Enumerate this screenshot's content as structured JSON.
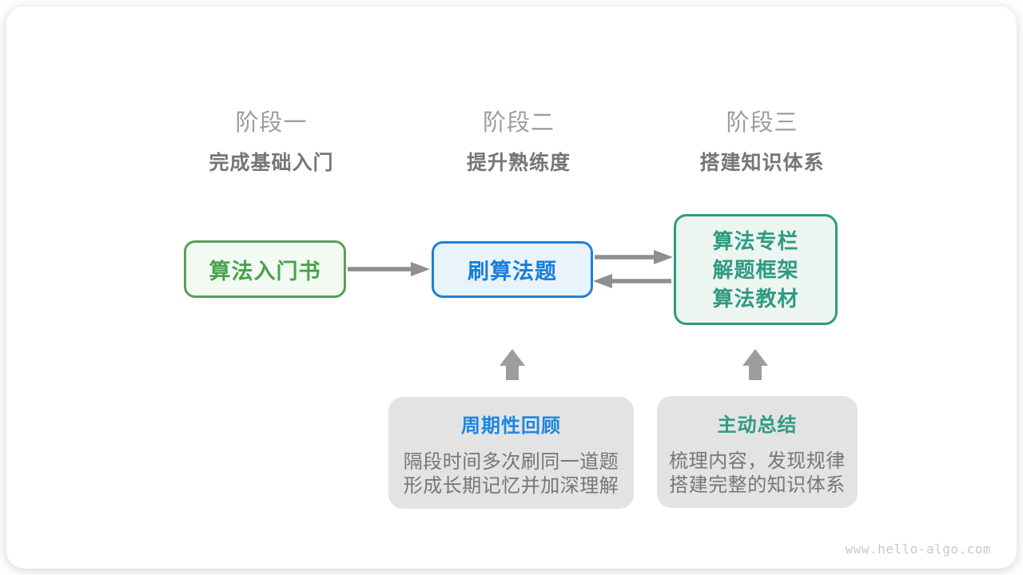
{
  "watermark": "www.hello-algo.com",
  "stages": [
    {
      "label": "阶段一",
      "subtitle": "完成基础入门"
    },
    {
      "label": "阶段二",
      "subtitle": "提升熟练度"
    },
    {
      "label": "阶段三",
      "subtitle": "搭建知识体系"
    }
  ],
  "nodes": {
    "intro_book": {
      "label": "算法入门书"
    },
    "practice": {
      "label": "刷算法题"
    },
    "advanced": {
      "lines": [
        "算法专栏",
        "解题框架",
        "算法教材"
      ]
    }
  },
  "notes": [
    {
      "title": "周期性回顾",
      "lines": [
        "隔段时间多次刷同一道题",
        "形成长期记忆并加深理解"
      ]
    },
    {
      "title": "主动总结",
      "lines": [
        "梳理内容，发现规律",
        "搭建完整的知识体系"
      ]
    }
  ],
  "colors": {
    "card_background": "#ffffff",
    "green_border": "#55a158",
    "green_fill": "#f3f9f3",
    "green_text": "#47a34c",
    "blue_border": "#1e80d8",
    "blue_fill": "#e9f3fc",
    "blue_text": "#177fd9",
    "teal_border": "#2f9a81",
    "teal_fill": "#edf5f1",
    "teal_text": "#2f9a81",
    "note_fill": "#e3e3e3",
    "note_title_blue": "#1b86e0",
    "note_title_teal": "#2f9a81",
    "note_body_text": "#767676",
    "stage_label_text": "#9d9d9d",
    "stage_subtitle_text": "#767676",
    "arrow": "#8f8f8f",
    "up_arrow": "#9d9d9d",
    "watermark_text": "#c9c9c9"
  }
}
